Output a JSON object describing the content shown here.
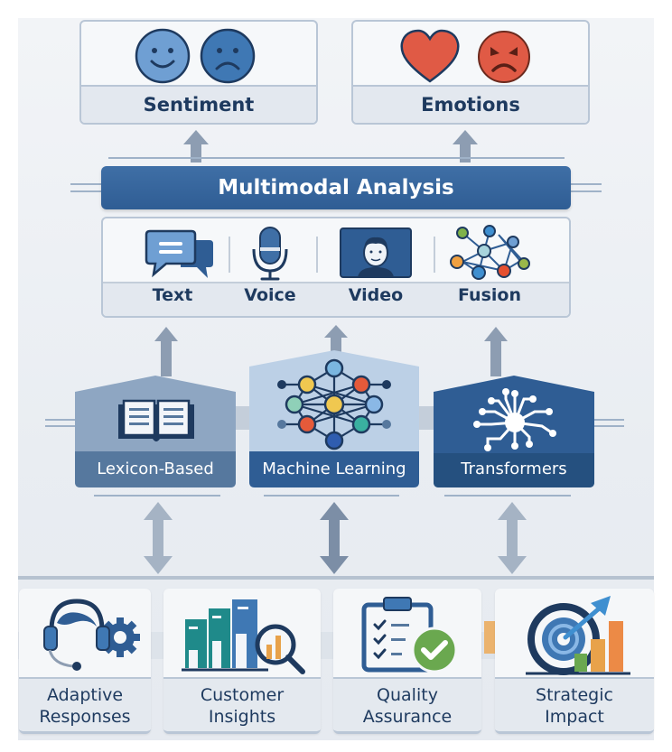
{
  "outputs_top": [
    {
      "label": "Sentiment",
      "icons": [
        "happy-face-icon",
        "sad-face-icon"
      ]
    },
    {
      "label": "Emotions",
      "icons": [
        "heart-icon",
        "angry-face-icon"
      ]
    }
  ],
  "banner": {
    "title": "Multimodal Analysis"
  },
  "modalities": [
    {
      "label": "Text",
      "icon": "chat-bubbles-icon"
    },
    {
      "label": "Voice",
      "icon": "microphone-icon"
    },
    {
      "label": "Video",
      "icon": "video-face-icon"
    },
    {
      "label": "Fusion",
      "icon": "network-graph-icon"
    }
  ],
  "methods": [
    {
      "label": "Lexicon-Based",
      "icon": "open-book-icon"
    },
    {
      "label": "Machine Learning",
      "icon": "neural-network-icon"
    },
    {
      "label": "Transformers",
      "icon": "circuit-chip-icon"
    }
  ],
  "applications": [
    {
      "line1": "Adaptive",
      "line2": "Responses",
      "icon": "headset-gear-icon"
    },
    {
      "line1": "Customer",
      "line2": "Insights",
      "icon": "bar-chart-magnifier-icon"
    },
    {
      "line1": "Quality",
      "line2": "Assurance",
      "icon": "clipboard-check-icon"
    },
    {
      "line1": "Strategic",
      "line2": "Impact",
      "icon": "target-growth-icon"
    }
  ],
  "colors": {
    "primary": "#2f5d94",
    "dark_navy": "#1e3a5f",
    "arrow": "#8d9db2",
    "heart": "#e05a45",
    "check_green": "#6aa84f",
    "orange": "#e8a24a"
  }
}
